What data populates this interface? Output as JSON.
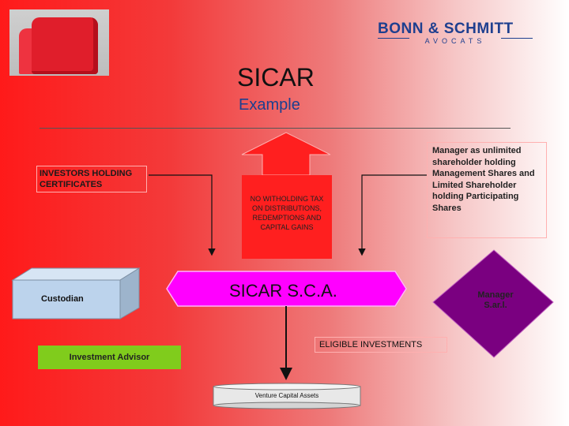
{
  "header": {
    "title": "SICAR",
    "subtitle": "Example",
    "logo_name": "BONN & SCHMITT",
    "logo_tagline": "AVOCATS"
  },
  "boxes": {
    "investors": "INVESTORS HOLDING CERTIFICATES",
    "no_withholding_tax": "NO WITHOLDING TAX ON DISTRIBUTIONS, REDEMPTIONS AND CAPITAL GAINS",
    "manager_role": "Manager as unlimited shareholder holding Management Shares and Limited Shareholder holding Participating Shares",
    "sicar": "SICAR S.C.A.",
    "custodian": "Custodian",
    "manager_entity": "Manager S.ar.l.",
    "eligible_investments": "ELIGIBLE INVESTMENTS",
    "investment_advisor": "Investment Advisor",
    "venture_capital": "Venture Capital Assets"
  },
  "colors": {
    "background_start": "#ff1a1a",
    "background_end": "#ffffff",
    "sicar_box": "#ff00ff",
    "manager_diamond": "#7a0080",
    "custodian_box": "#bcd3ec",
    "advisor_box": "#80cc1c",
    "logo": "#1e3f8f"
  }
}
